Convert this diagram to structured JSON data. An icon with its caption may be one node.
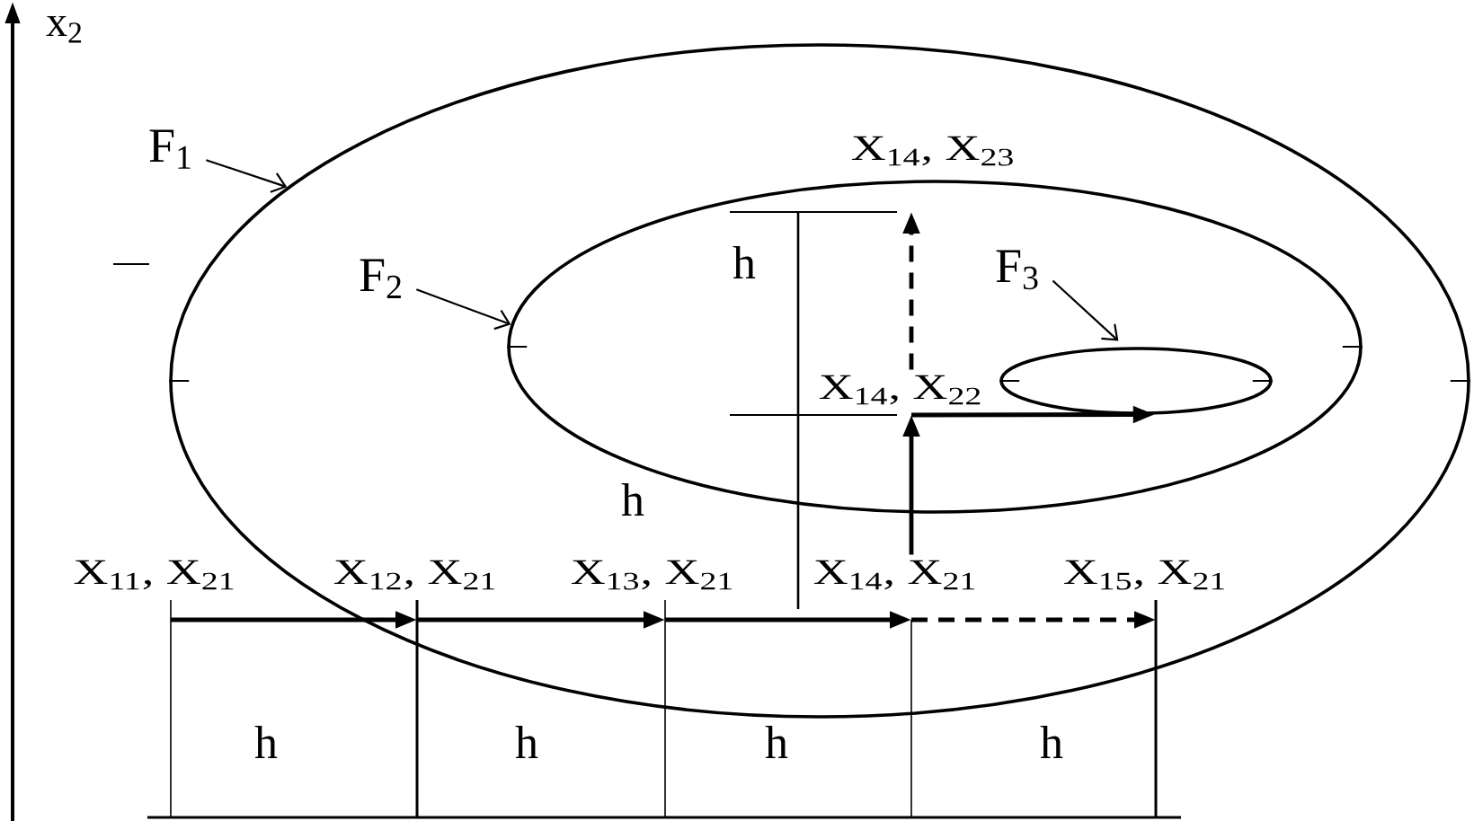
{
  "diagram": {
    "nodes": [
      {
        "text": [],
        "shape": "ellipse"
      },
      {
        "text": [],
        "shape": "ellipse",
        "in": 0
      },
      {
        "text": [],
        "shape": "ellipse",
        "in": 1
      },
      {
        "text": [
          "F$_{1}$"
        ]
      },
      {
        "text": [
          "X$_{14}$, X$_{23}$"
        ],
        "in": 0
      },
      {
        "text": [
          "F$_{2}$"
        ],
        "in": 0
      },
      {
        "text": [
          "F$_{3}$"
        ],
        "in": 1
      },
      {
        "text": [
          "X$_{14}$, X$_{22}$"
        ],
        "in": 1
      },
      {
        "text": [
          "X$_{11}$, X$_{21}$"
        ]
      },
      {
        "text": [
          "X$_{12}$, X$_{21}$"
        ],
        "in": 0
      },
      {
        "text": [
          "X$_{13}$, X$_{21}$"
        ],
        "in": 0
      },
      {
        "text": [
          "X$_{14}$, X$_{21}$"
        ],
        "in": 0
      },
      {
        "text": [
          "X$_{15}$, X$_{21}$"
        ],
        "in": 0
      }
    ],
    "edges": [
      {
        "from": 8,
        "to": 9,
        "arrow": "to"
      },
      {
        "from": 9,
        "to": 10,
        "arrow": "to"
      },
      {
        "from": 10,
        "to": 11,
        "arrow": "to"
      },
      {
        "from": 11,
        "to": 12,
        "arrow": "to",
        "style": "dashed"
      },
      {
        "from": 11,
        "to": 7,
        "arrow": "to"
      },
      {
        "from": 7,
        "to": 4,
        "arrow": "to",
        "style": "dashed"
      },
      {
        "from": 7,
        "to": 2,
        "arrow": "to"
      },
      {
        "from": 3,
        "to": 0,
        "arrow": "to"
      },
      {
        "from": 5,
        "to": 1,
        "arrow": "to"
      },
      {
        "from": 6,
        "to": 2,
        "arrow": "to"
      }
    ],
    "labels": [
      "x$_{2}$",
      "h",
      "h",
      "h",
      "h",
      "h",
      "h"
    ]
  }
}
